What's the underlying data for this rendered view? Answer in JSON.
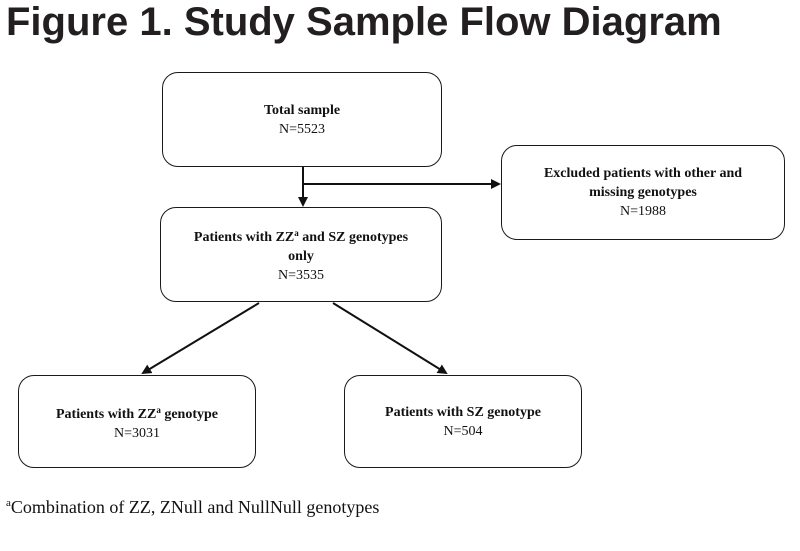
{
  "title": "Figure 1. Study Sample Flow Diagram",
  "nodes": {
    "total": {
      "label": "Total sample",
      "count": "N=5523"
    },
    "excluded": {
      "label_line1": "Excluded patients with other and",
      "label_line2": "missing genotypes",
      "count": "N=1988"
    },
    "zz_sz": {
      "label_pre": "Patients with ZZ",
      "label_sup": "a",
      "label_post": " and SZ genotypes",
      "label_line2": "only",
      "count": "N=3535"
    },
    "zz": {
      "label_pre": "Patients with ZZ",
      "label_sup": "a",
      "label_post": " genotype",
      "count": "N=3031"
    },
    "sz": {
      "label": "Patients with SZ genotype",
      "count": "N=504"
    }
  },
  "footnote": {
    "marker": "a",
    "text": "Combination of ZZ, ZNull and NullNull genotypes"
  }
}
